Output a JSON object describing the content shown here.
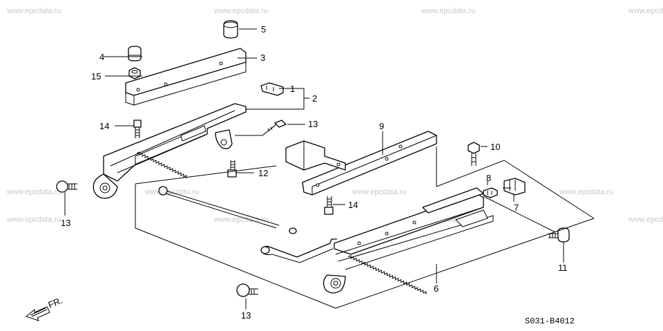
{
  "watermark": "www.epcdata.ru",
  "callouts": {
    "c1": "1",
    "c2": "2",
    "c3": "3",
    "c4": "4",
    "c5": "5",
    "c6": "6",
    "c7": "7",
    "c8": "8",
    "c9": "9",
    "c10": "10",
    "c11": "11",
    "c12": "12",
    "c13a": "13",
    "c13b": "13",
    "c13c": "13",
    "c14a": "14",
    "c14b": "14",
    "c15": "15"
  },
  "direction_label": "FR.",
  "diagram_code": "S031-B4012"
}
